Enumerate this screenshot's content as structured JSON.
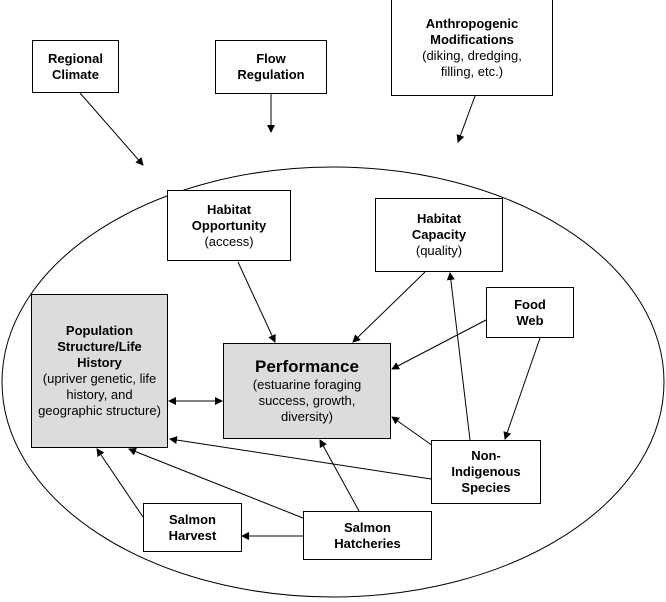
{
  "nodes": {
    "regional_climate": {
      "title": "Regional Climate"
    },
    "flow_regulation": {
      "title": "Flow Regulation"
    },
    "anthropogenic": {
      "title": "Anthropogenic Modifications",
      "sub": "(diking, dredging, filling, etc.)"
    },
    "habitat_opportunity": {
      "title": "Habitat Opportunity",
      "sub": "(access)"
    },
    "habitat_capacity": {
      "title": "Habitat Capacity",
      "sub": "(quality)"
    },
    "food_web": {
      "title": "Food Web"
    },
    "population": {
      "title": "Population Structure/Life History",
      "sub": "(upriver genetic, life history, and geographic structure)"
    },
    "performance": {
      "title": "Performance",
      "sub": "(estuarine foraging success, growth, diversity)"
    },
    "non_indigenous": {
      "title": "Non-Indigenous Species"
    },
    "salmon_harvest": {
      "title": "Salmon Harvest"
    },
    "salmon_hatcheries": {
      "title": "Salmon Hatcheries"
    }
  },
  "colors": {
    "central_box": "#dcdcdc",
    "line": "#000000"
  }
}
